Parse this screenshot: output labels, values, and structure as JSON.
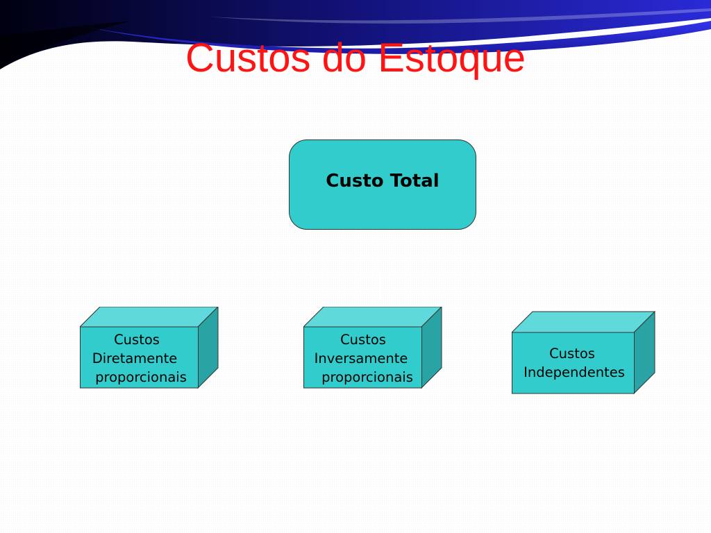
{
  "title": "Custos do Estoque",
  "root": {
    "label": "Custo Total"
  },
  "children": [
    {
      "lines": [
        "Custos",
        "Diretamente",
        "proporcionais"
      ]
    },
    {
      "lines": [
        "Custos",
        "Inversamente",
        "proporcionais"
      ]
    },
    {
      "lines": [
        "Custos",
        "Independentes"
      ]
    }
  ],
  "colors": {
    "title": "#ff1414",
    "banner_dark": "#000033",
    "banner_blue": "#2020cc",
    "box_front": "#33cccc",
    "box_top": "#5fd9d9",
    "box_side": "#29a3a3",
    "outline": "#333333"
  }
}
